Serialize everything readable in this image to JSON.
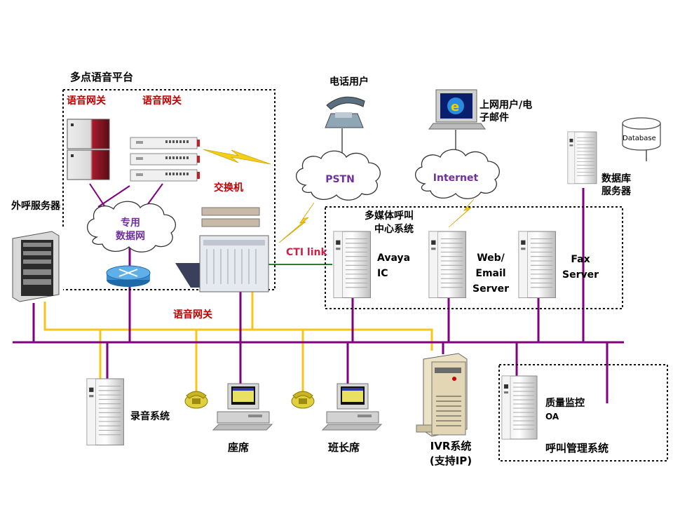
{
  "labels": {
    "platform": "多点语音平台",
    "gateway_left": "语音网关",
    "gateway_right": "语音网关",
    "switch": "交换机",
    "private_net": "专用\n数据网",
    "outbound_server": "外呼服务器",
    "phone_user": "电话用户",
    "pstn": "PSTN",
    "internet_user": "上网用户/电\n子邮件",
    "internet": "Internet",
    "database": "Database",
    "db_server": "数据库\n服务器",
    "multimedia": "多媒体呼叫\n中心系统",
    "cti_link": "CTI link",
    "avaya": "Avaya\nIC",
    "web": "Web/\nEmail\nServer",
    "fax": "Fax\nServer",
    "gateway_bottom": "语音网关",
    "recording": "录音系统",
    "agent": "座席",
    "supervisor": "班长席",
    "ivr": "IVR系统\n(支持IP)",
    "quality": "质量监控",
    "oa": "OA",
    "call_mgmt": "呼叫管理系统"
  },
  "colors": {
    "bus": "#800080",
    "yellow_line": "#f5c518",
    "green_line": "#2e7d32",
    "red_text": "#c00000",
    "purple_text": "#7030a0"
  }
}
